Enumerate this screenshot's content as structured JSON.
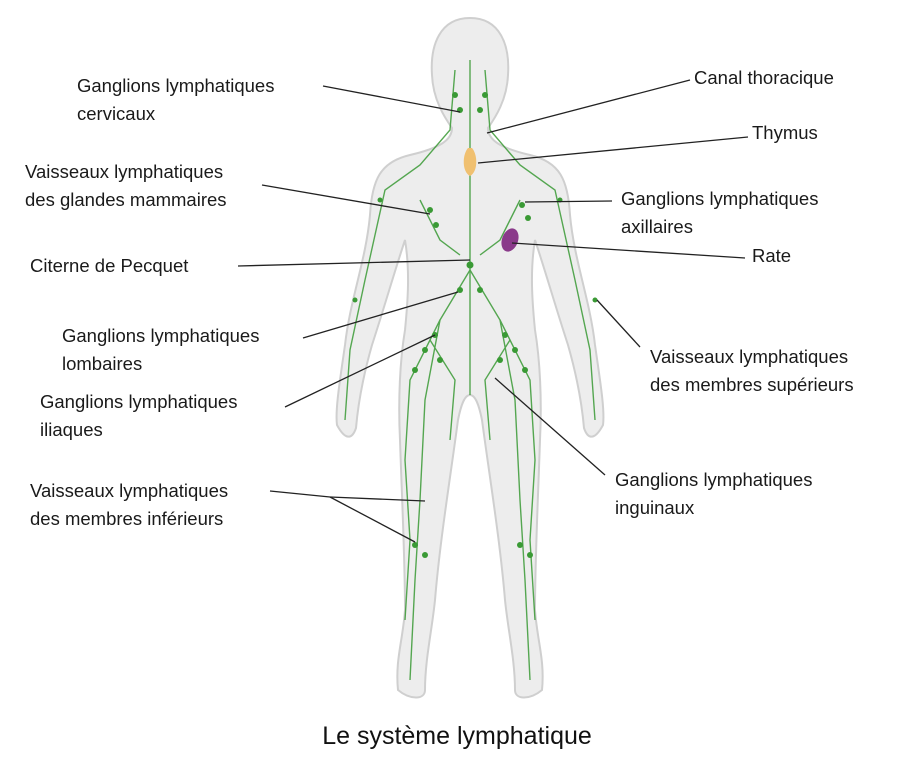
{
  "title": "Le système lymphatique",
  "labels": {
    "cervicaux": [
      "Ganglions lymphatiques",
      "cervicaux"
    ],
    "canal": [
      "Canal thoracique"
    ],
    "thymus": [
      "Thymus"
    ],
    "mammaires": [
      "Vaisseaux lymphatiques",
      "des glandes mammaires"
    ],
    "axillaires": [
      "Ganglions lymphatiques",
      "axillaires"
    ],
    "rate": [
      "Rate"
    ],
    "citerne": [
      "Citerne de Pecquet"
    ],
    "lombaires": [
      "Ganglions lymphatiques",
      "lombaires"
    ],
    "iliaques": [
      "Ganglions lymphatiques",
      "iliaques"
    ],
    "superieurs": [
      "Vaisseaux lymphatiques",
      "des membres supérieurs"
    ],
    "inguinaux": [
      "Ganglions lymphatiques",
      "inguinaux"
    ],
    "inferieurs": [
      "Vaisseaux lymphatiques",
      "des membres inférieurs"
    ]
  },
  "colors": {
    "lymph": "#3a9a35",
    "thymus": "#f0c070",
    "spleen": "#8a3a8a",
    "body": "#ececec"
  }
}
